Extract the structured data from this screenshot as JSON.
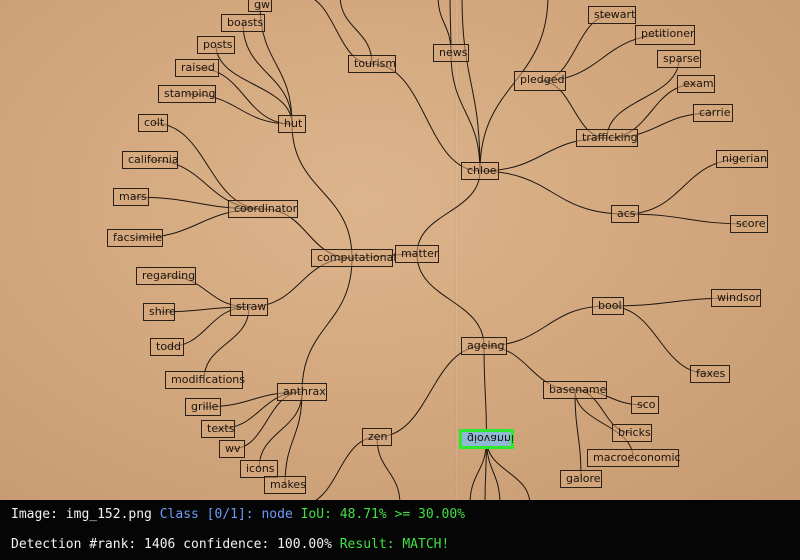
{
  "diagram": {
    "nodes": [
      {
        "id": "gw",
        "label": "gw"
      },
      {
        "id": "boasts",
        "label": "boasts"
      },
      {
        "id": "posts",
        "label": "posts"
      },
      {
        "id": "raised",
        "label": "raised"
      },
      {
        "id": "stamping",
        "label": "stamping"
      },
      {
        "id": "hut",
        "label": "hut"
      },
      {
        "id": "tourism",
        "label": "tourism"
      },
      {
        "id": "news",
        "label": "news"
      },
      {
        "id": "stewart",
        "label": "stewart"
      },
      {
        "id": "petitioner",
        "label": "petitioner"
      },
      {
        "id": "pledged",
        "label": "pledged"
      },
      {
        "id": "sparse",
        "label": "sparse"
      },
      {
        "id": "exam",
        "label": "exam"
      },
      {
        "id": "carrie",
        "label": "carrie"
      },
      {
        "id": "colt",
        "label": "colt"
      },
      {
        "id": "trafficking",
        "label": "trafficking"
      },
      {
        "id": "california",
        "label": "california"
      },
      {
        "id": "chloe",
        "label": "chloe"
      },
      {
        "id": "nigerian",
        "label": "nigerian"
      },
      {
        "id": "mars",
        "label": "mars"
      },
      {
        "id": "coordinator",
        "label": "coordinator"
      },
      {
        "id": "acs",
        "label": "acs"
      },
      {
        "id": "facsimile",
        "label": "facsimile"
      },
      {
        "id": "score",
        "label": "score"
      },
      {
        "id": "computational",
        "label": "computational"
      },
      {
        "id": "matter",
        "label": "matter"
      },
      {
        "id": "regarding",
        "label": "regarding"
      },
      {
        "id": "windsor",
        "label": "windsor"
      },
      {
        "id": "straw",
        "label": "straw"
      },
      {
        "id": "bool",
        "label": "bool"
      },
      {
        "id": "shire",
        "label": "shire"
      },
      {
        "id": "todd",
        "label": "todd"
      },
      {
        "id": "ageing",
        "label": "ageing"
      },
      {
        "id": "faxes",
        "label": "faxes"
      },
      {
        "id": "modifications",
        "label": "modifications"
      },
      {
        "id": "anthrax",
        "label": "anthrax"
      },
      {
        "id": "basename",
        "label": "basename"
      },
      {
        "id": "sco",
        "label": "sco"
      },
      {
        "id": "grille",
        "label": "grille"
      },
      {
        "id": "texts",
        "label": "texts"
      },
      {
        "id": "bricks",
        "label": "bricks"
      },
      {
        "id": "zen",
        "label": "zen"
      },
      {
        "id": "giovanni",
        "label": "giovanni",
        "highlighted": true
      },
      {
        "id": "wv",
        "label": "wv"
      },
      {
        "id": "macroeconomic",
        "label": "macroeconomic"
      },
      {
        "id": "icons",
        "label": "icons"
      },
      {
        "id": "galore",
        "label": "galore"
      },
      {
        "id": "makes",
        "label": "makes"
      }
    ],
    "edges": [
      [
        "hut",
        "gw"
      ],
      [
        "hut",
        "boasts"
      ],
      [
        "hut",
        "posts"
      ],
      [
        "hut",
        "raised"
      ],
      [
        "hut",
        "stamping"
      ],
      [
        "computational",
        "hut"
      ],
      [
        "computational",
        "coordinator"
      ],
      [
        "computational",
        "straw"
      ],
      [
        "computational",
        "anthrax"
      ],
      [
        "coordinator",
        "colt"
      ],
      [
        "coordinator",
        "california"
      ],
      [
        "coordinator",
        "mars"
      ],
      [
        "coordinator",
        "facsimile"
      ],
      [
        "straw",
        "regarding"
      ],
      [
        "straw",
        "shire"
      ],
      [
        "straw",
        "todd"
      ],
      [
        "straw",
        "modifications"
      ],
      [
        "anthrax",
        "grille"
      ],
      [
        "anthrax",
        "texts"
      ],
      [
        "anthrax",
        "wv"
      ],
      [
        "anthrax",
        "icons"
      ],
      [
        "anthrax",
        "makes"
      ],
      [
        "matter",
        "computational"
      ],
      [
        "matter",
        "chloe"
      ],
      [
        "matter",
        "ageing"
      ],
      [
        "chloe",
        "tourism"
      ],
      [
        "chloe",
        "news"
      ],
      [
        "chloe",
        "trafficking"
      ],
      [
        "chloe",
        "acs"
      ],
      [
        "trafficking",
        "pledged"
      ],
      [
        "trafficking",
        "sparse"
      ],
      [
        "trafficking",
        "exam"
      ],
      [
        "trafficking",
        "carrie"
      ],
      [
        "pledged",
        "stewart"
      ],
      [
        "pledged",
        "petitioner"
      ],
      [
        "acs",
        "nigerian"
      ],
      [
        "acs",
        "score"
      ],
      [
        "ageing",
        "bool"
      ],
      [
        "ageing",
        "basename"
      ],
      [
        "ageing",
        "zen"
      ],
      [
        "ageing",
        "giovanni"
      ],
      [
        "bool",
        "windsor"
      ],
      [
        "bool",
        "faxes"
      ],
      [
        "basename",
        "sco"
      ],
      [
        "basename",
        "bricks"
      ],
      [
        "basename",
        "macroeconomic"
      ],
      [
        "basename",
        "galore"
      ]
    ]
  },
  "footer": {
    "line1": {
      "image_label": "Image: img_152.png",
      "class_text": "Class [0/1]: node",
      "iou_text": "IoU: 48.71% >= 30.00%"
    },
    "line2": {
      "detection_text": "Detection #rank: 1406 confidence: 100.00%",
      "result_text": "Result: MATCH!"
    }
  },
  "colors": {
    "highlight_border": "#2ee82e",
    "highlight_fill": "#8fb8d4",
    "footer_background": "#050505",
    "footer_blue": "#6f9cf7",
    "footer_green": "#43e043"
  }
}
